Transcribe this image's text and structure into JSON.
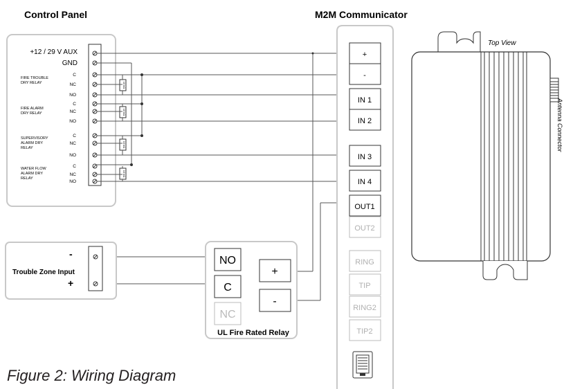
{
  "titles": {
    "control_panel": "Control Panel",
    "m2m": "M2M Communicator",
    "top_view": "Top View",
    "antenna": "Antenna Connector",
    "relay": "UL Fire Rated Relay",
    "caption": "Figure 2: Wiring Diagram"
  },
  "panel_terminals": {
    "aux": "+12 / 29 V AUX",
    "gnd": "GND",
    "fire_trouble": [
      "FIRE TROUBLE",
      "DRY RELAY"
    ],
    "fire_alarm": [
      "FIRE ALARM",
      "DRY RELAY"
    ],
    "supervisory": [
      "SUPERVISORY",
      "ALARM DRY",
      "RELAY"
    ],
    "water_flow": [
      "WATER FLOW",
      "ALARM DRY",
      "RELAY"
    ],
    "c": "C",
    "nc": "NC",
    "no": "NO",
    "resistor": "10 kΩ"
  },
  "trouble_zone": {
    "label": "Trouble Zone Input",
    "minus": "-",
    "plus": "+"
  },
  "relay_terms": {
    "no": "NO",
    "c": "C",
    "nc": "NC",
    "plus": "+",
    "minus": "-"
  },
  "m2m_terms": {
    "plus": "+",
    "minus": "-",
    "in1": "IN 1",
    "in2": "IN 2",
    "in3": "IN 3",
    "in4": "IN 4",
    "out1": "OUT1",
    "out2": "OUT2",
    "ring": "RING",
    "tip": "TIP",
    "ring2": "RING2",
    "tip2": "TIP2"
  }
}
